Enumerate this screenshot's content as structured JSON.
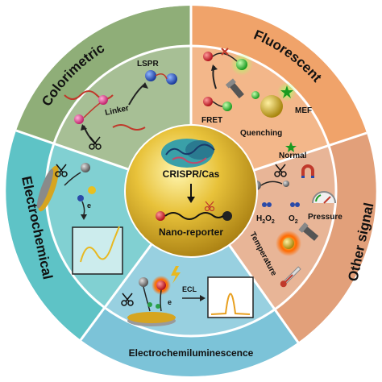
{
  "segments": {
    "colorimetric": {
      "title": "Colorimetric",
      "color": "#8fae78"
    },
    "fluorescent": {
      "title": "Fluorescent",
      "color": "#f0a36a"
    },
    "electrochemical": {
      "title": "Electrochemical",
      "color": "#5ec3c6"
    },
    "other_signal": {
      "title": "Other signal",
      "color": "#e2a07a"
    },
    "electrochemiluminescence": {
      "title": "Electrochemiluminescence",
      "color": "#7cc3d8"
    }
  },
  "labels": {
    "lspr": "LSPR",
    "linker": "Linker",
    "fret": "FRET",
    "quenching": "Quenching",
    "mef": "MEF",
    "normal": "Normal",
    "h2o2": "H",
    "h2o2_sub1": "2",
    "h2o2_o": "O",
    "h2o2_sub2": "2",
    "o2": "O",
    "o2_sub": "2",
    "pressure": "Pressure",
    "temperature": "Temperature",
    "ecl": "ECL",
    "electron": "e",
    "electron2": "e"
  },
  "core": {
    "top": "CRISPR/Cas",
    "bottom": "Nano-reporter",
    "color": "#e8c23a"
  }
}
